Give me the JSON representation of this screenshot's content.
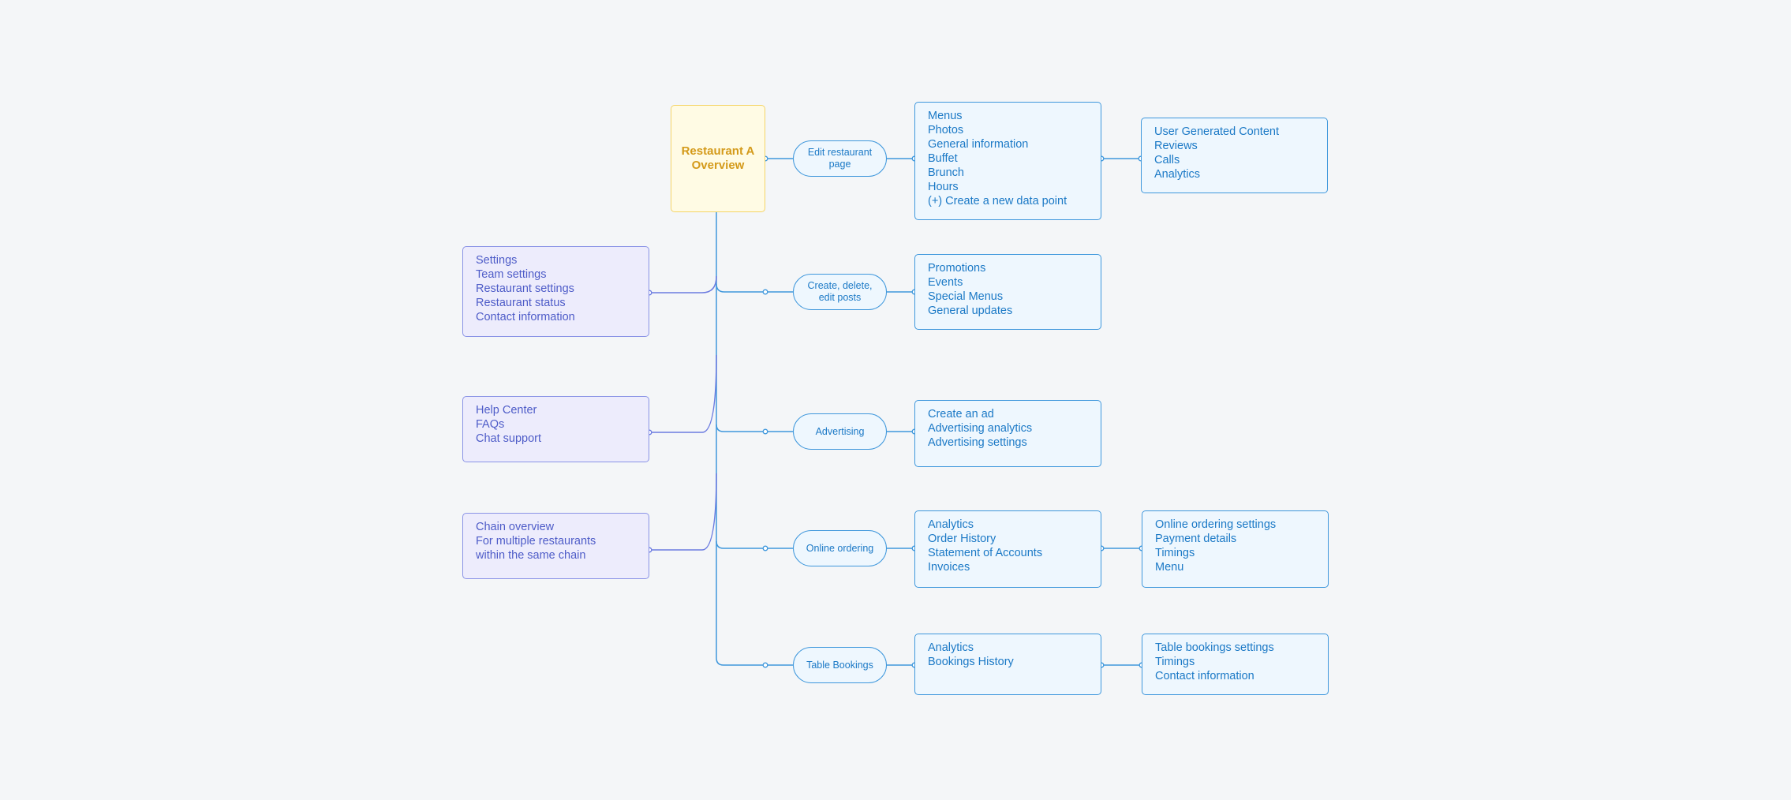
{
  "root": {
    "lines": [
      "Restaurant A",
      "Overview"
    ]
  },
  "hubs": [
    {
      "id": "edit",
      "label": "Edit restaurant page"
    },
    {
      "id": "posts",
      "label": "Create, delete, edit posts"
    },
    {
      "id": "ads",
      "label": "Advertising"
    },
    {
      "id": "ordering",
      "label": "Online ordering"
    },
    {
      "id": "bookings",
      "label": "Table Bookings"
    }
  ],
  "detail_boxes": [
    {
      "id": "edit-items",
      "lines": [
        "Menus",
        "Photos",
        "General information",
        "Buffet",
        "Brunch",
        "Hours",
        "(+) Create a new data point"
      ]
    },
    {
      "id": "edit-extra",
      "lines": [
        "User Generated Content",
        "Reviews",
        "Calls",
        "Analytics"
      ]
    },
    {
      "id": "posts-items",
      "lines": [
        "Promotions",
        "Events",
        "Special Menus",
        "General updates"
      ]
    },
    {
      "id": "ads-items",
      "lines": [
        "Create an ad",
        "Advertising analytics",
        "Advertising settings"
      ]
    },
    {
      "id": "ordering-items",
      "lines": [
        "Analytics",
        "Order History",
        "Statement of Accounts",
        "Invoices"
      ]
    },
    {
      "id": "ordering-extra",
      "lines": [
        "Online ordering settings",
        "Payment details",
        "Timings",
        "Menu"
      ]
    },
    {
      "id": "bookings-items",
      "lines": [
        "Analytics",
        "Bookings History"
      ]
    },
    {
      "id": "bookings-extra",
      "lines": [
        "Table bookings settings",
        "Timings",
        "Contact information"
      ]
    }
  ],
  "side_boxes": [
    {
      "id": "settings",
      "lines": [
        "Settings",
        "Team settings",
        "Restaurant settings",
        "Restaurant status",
        "Contact information"
      ]
    },
    {
      "id": "help",
      "lines": [
        "Help Center",
        "FAQs",
        "Chat support"
      ]
    },
    {
      "id": "chain",
      "lines": [
        "Chain overview",
        "For multiple restaurants",
        "within the same chain"
      ]
    }
  ],
  "colors": {
    "background": "#f4f6f8",
    "connector_blue": "#3e97dc",
    "connector_purple": "#7a84e0",
    "root_border": "#f5d466",
    "root_text": "#d49a1a"
  }
}
